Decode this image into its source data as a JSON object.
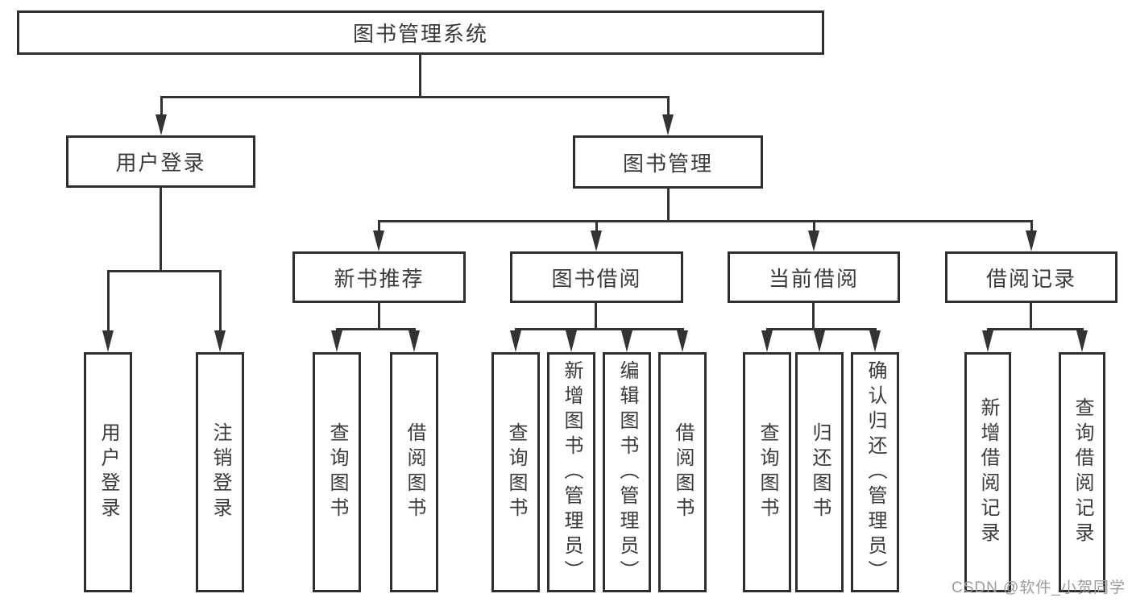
{
  "diagram": {
    "watermark": "CSDN @软件_小贺同学",
    "line_color": "#333333",
    "text_color": "#3a3a3a",
    "tree": {
      "label": "图书管理系统",
      "children": [
        {
          "label": "用户登录",
          "children": [
            {
              "label": "用户登录"
            },
            {
              "label": "注销登录"
            }
          ]
        },
        {
          "label": "图书管理",
          "children": [
            {
              "label": "新书推荐",
              "children": [
                {
                  "label": "查询图书"
                },
                {
                  "label": "借阅图书"
                }
              ]
            },
            {
              "label": "图书借阅",
              "children": [
                {
                  "label": "查询图书"
                },
                {
                  "label": "新增图书（管理员）"
                },
                {
                  "label": "编辑图书（管理员）"
                },
                {
                  "label": "借阅图书"
                }
              ]
            },
            {
              "label": "当前借阅",
              "children": [
                {
                  "label": "查询图书"
                },
                {
                  "label": "归还图书"
                },
                {
                  "label": "确认归还（管理员）"
                }
              ]
            },
            {
              "label": "借阅记录",
              "children": [
                {
                  "label": "新增借阅记录"
                },
                {
                  "label": "查询借阅记录"
                }
              ]
            }
          ]
        }
      ]
    }
  }
}
